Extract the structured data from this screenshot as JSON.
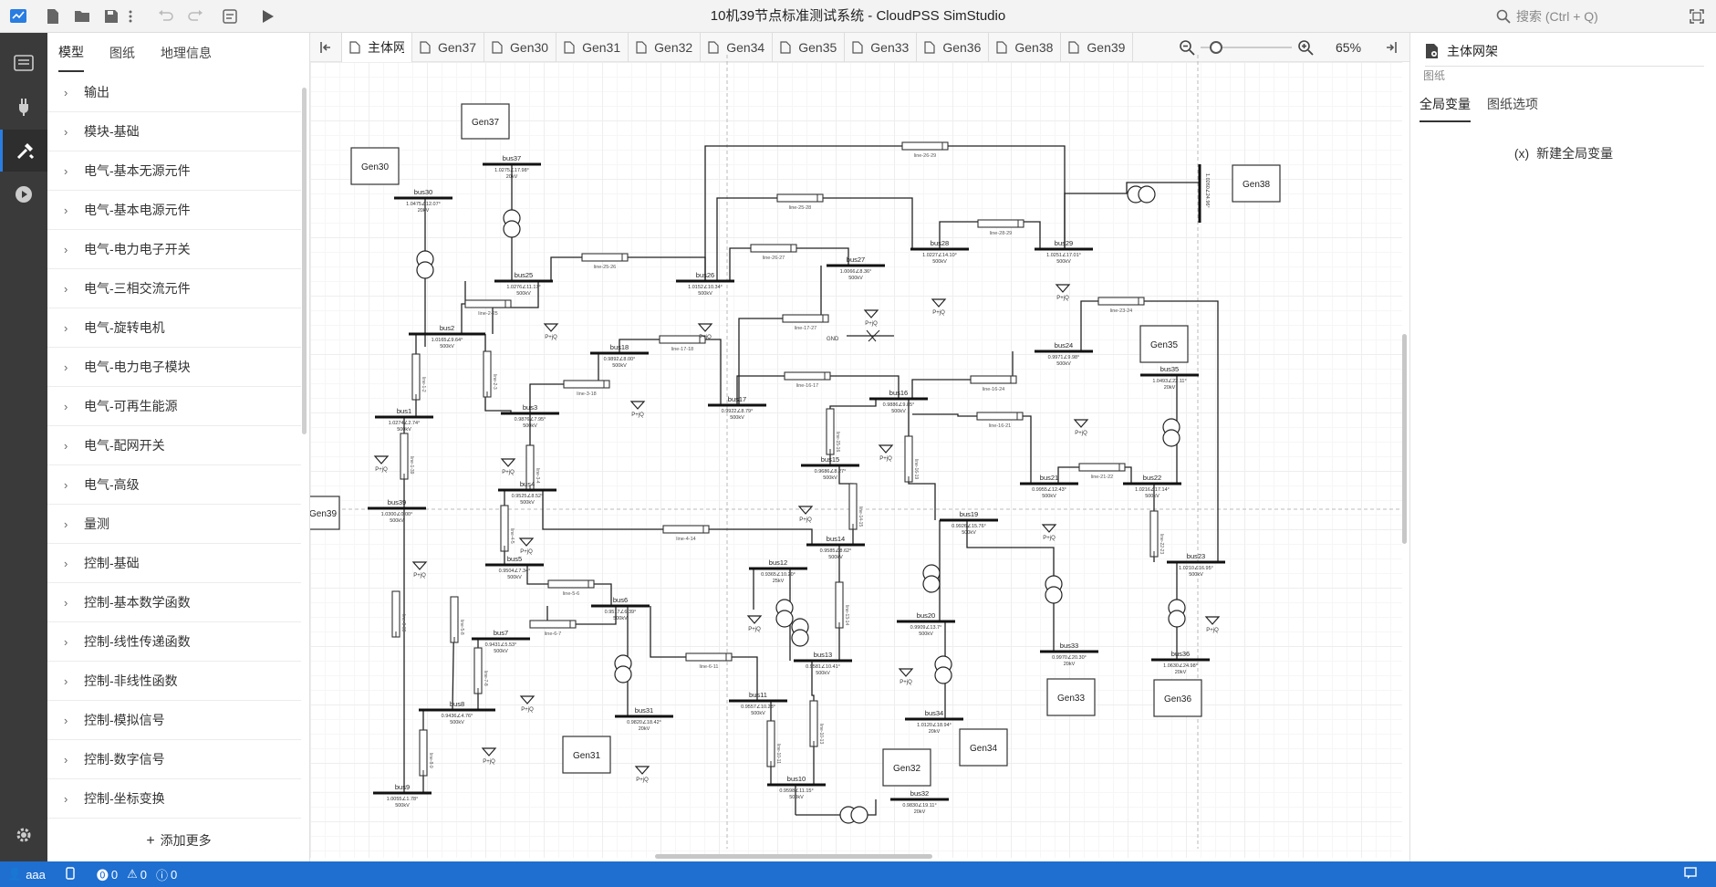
{
  "app": {
    "title": "10机39节点标准测试系统 - CloudPSS SimStudio",
    "search_placeholder": "搜索 (Ctrl + Q)"
  },
  "left_panel": {
    "tabs": [
      "模型",
      "图纸",
      "地理信息"
    ],
    "items": [
      "输出",
      "模块-基础",
      "电气-基本无源元件",
      "电气-基本电源元件",
      "电气-电力电子开关",
      "电气-三相交流元件",
      "电气-旋转电机",
      "电气-电力电子模块",
      "电气-可再生能源",
      "电气-配网开关",
      "电气-高级",
      "量测",
      "控制-基础",
      "控制-基本数学函数",
      "控制-线性传递函数",
      "控制-非线性函数",
      "控制-模拟信号",
      "控制-数字信号",
      "控制-坐标变换"
    ],
    "add_more": "添加更多"
  },
  "tabs": [
    "主体网架",
    "Gen37",
    "Gen30",
    "Gen31",
    "Gen32",
    "Gen34",
    "Gen35",
    "Gen33",
    "Gen36",
    "Gen38",
    "Gen39"
  ],
  "zoom": "65%",
  "right_panel": {
    "title": "主体网架",
    "subtitle": "图纸",
    "tabs": [
      "全局变量",
      "图纸选项"
    ],
    "new_var": "新建全局变量",
    "new_var_icon": "(x)"
  },
  "status": {
    "user": "aaa",
    "errors": "0",
    "warnings": "0",
    "infos": "0"
  },
  "diagram": {
    "gens": [
      "Gen30",
      "Gen37",
      "Gen38",
      "Gen35",
      "Gen39",
      "Gen31",
      "Gen33",
      "Gen36",
      "Gen32",
      "Gen34"
    ],
    "buses": {
      "bus30": [
        "bus30",
        "1.0475∠12.07°",
        "20kV"
      ],
      "bus37": [
        "bus37",
        "1.0275∠17.98°",
        "20kV"
      ],
      "bus25": [
        "bus25",
        "1.0276∠11.17°",
        "500kV"
      ],
      "bus26": [
        "bus26",
        "1.0152∠10.34°",
        "500kV"
      ],
      "bus27": [
        "bus27",
        "1.0066∠8.36°",
        "500kV"
      ],
      "bus28": [
        "bus28",
        "1.0227∠14.10°",
        "500kV"
      ],
      "bus29": [
        "bus29",
        "1.0251∠17.01°",
        "500kV"
      ],
      "bus2": [
        "bus2",
        "1.0165∠9.64°",
        "500kV"
      ],
      "bus18": [
        "bus18",
        "0.9892∠8.00°",
        "500kV"
      ],
      "bus17": [
        "bus17",
        "0.9922∠8.79°",
        "500kV"
      ],
      "bus16": [
        "bus16",
        "0.9886∠9.85°",
        "500kV"
      ],
      "bus24": [
        "bus24",
        "0.9971∠9.98°",
        "500kV"
      ],
      "bus35": [
        "bus35",
        "1.0493∠22.11°",
        "20kV"
      ],
      "bus3": [
        "bus3",
        "0.9876∠7.95°",
        "500kV"
      ],
      "bus1": [
        "bus1",
        "1.0274∠2.74°",
        "500kV"
      ],
      "bus15": [
        "bus15",
        "0.9686∠8.27°",
        "500kV"
      ],
      "bus21": [
        "bus21",
        "0.9955∠12.43°",
        "500kV"
      ],
      "bus22": [
        "bus22",
        "1.0216∠17.14°",
        "500kV"
      ],
      "bus4": [
        "bus4",
        "0.9525∠8.52°",
        "500kV"
      ],
      "bus39": [
        "bus39",
        "1.0300∠0.00°",
        "500kV"
      ],
      "bus19": [
        "bus19",
        "0.9926∠15.76°",
        "500kV"
      ],
      "bus14": [
        "bus14",
        "0.9585∠8.62°",
        "500kV"
      ],
      "bus5": [
        "bus5",
        "0.9504∠7.34°",
        "500kV"
      ],
      "bus23": [
        "bus23",
        "1.0210∠16.95°",
        "500kV"
      ],
      "bus12": [
        "bus12",
        "0.9365∠10.20°",
        "25kV"
      ],
      "bus6": [
        "bus6",
        "0.9517∠6.39°",
        "500kV"
      ],
      "bus7": [
        "bus7",
        "0.9431∠5.53°",
        "500kV"
      ],
      "bus20": [
        "bus20",
        "0.9909∠13.7°",
        "500kV"
      ],
      "bus13": [
        "bus13",
        "0.9581∠10.41°",
        "500kV"
      ],
      "bus33": [
        "bus33",
        "0.9970∠20.30°",
        "20kV"
      ],
      "bus36": [
        "bus36",
        "1.0630∠24.98°",
        "20kV"
      ],
      "bus31": [
        "bus31",
        "0.9820∠18.42°",
        "20kV"
      ],
      "bus8": [
        "bus8",
        "0.9436∠4.76°",
        "500kV"
      ],
      "bus11": [
        "bus11",
        "0.9557∠10.28°",
        "500kV"
      ],
      "bus34": [
        "bus34",
        "1.0120∠18.94°",
        "20kV"
      ],
      "bus10": [
        "bus10",
        "0.9598∠11.15°",
        "500kV"
      ],
      "bus9": [
        "bus9",
        "1.0055∠1.78°",
        "500kV"
      ],
      "bus32": [
        "bus32",
        "0.9830∠19.11°",
        "20kV"
      ],
      "bus38": [
        "bus38",
        "1.0260∠24.96°",
        "20kV"
      ]
    },
    "lines": [
      "line-26-29",
      "line-25-28",
      "line-28-29",
      "line-25-26",
      "line-26-27",
      "line-2-25",
      "line-17-18",
      "line-17-27",
      "line-3-18",
      "line-16-17",
      "line-16-24",
      "line-23-24",
      "line-16-21",
      "line-21-22",
      "line-15-16",
      "line-16-19",
      "line-14-15",
      "line-4-14",
      "line-13-14",
      "line-1-2",
      "line-2-3",
      "line-1-39",
      "line-3-4",
      "line-4-5",
      "line-5-6",
      "line-6-7",
      "line-5-8",
      "line-7-8",
      "line-6-11",
      "line-10-11",
      "line-10-13",
      "line-8-9",
      "line-9-39",
      "line-22-23"
    ],
    "load_label": "P+jQ",
    "gnd_label": "GND"
  }
}
